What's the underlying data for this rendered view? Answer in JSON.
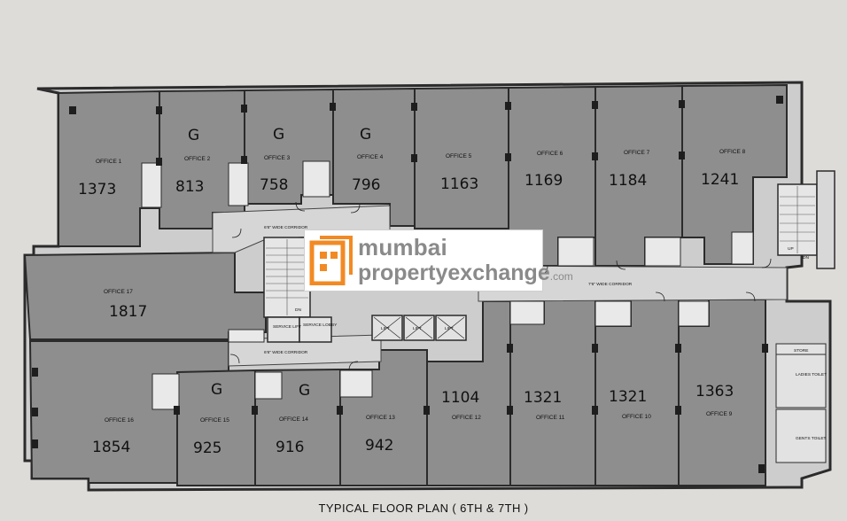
{
  "plan_title": "TYPICAL FLOOR PLAN ( 6TH & 7TH )",
  "watermark": {
    "line1": "mumbai",
    "line2": "propertyexchange",
    "tld": ".com"
  },
  "offices": [
    {
      "id": "office-1",
      "label": "OFFICE 1",
      "area": "1373",
      "mark": ""
    },
    {
      "id": "office-2",
      "label": "OFFICE 2",
      "area": "813",
      "mark": "G"
    },
    {
      "id": "office-3",
      "label": "OFFICE 3",
      "area": "758",
      "mark": "G"
    },
    {
      "id": "office-4",
      "label": "OFFICE 4",
      "area": "796",
      "mark": "G"
    },
    {
      "id": "office-5",
      "label": "OFFICE 5",
      "area": "1163",
      "mark": ""
    },
    {
      "id": "office-6",
      "label": "OFFICE 6",
      "area": "1169",
      "mark": ""
    },
    {
      "id": "office-7",
      "label": "OFFICE 7",
      "area": "1184",
      "mark": ""
    },
    {
      "id": "office-8",
      "label": "OFFICE 8",
      "area": "1241",
      "mark": ""
    },
    {
      "id": "office-9",
      "label": "OFFICE 9",
      "area": "1363",
      "mark": ""
    },
    {
      "id": "office-10",
      "label": "OFFICE 10",
      "area": "1321",
      "mark": ""
    },
    {
      "id": "office-11",
      "label": "OFFICE 11",
      "area": "1321",
      "mark": ""
    },
    {
      "id": "office-12",
      "label": "OFFICE 12",
      "area": "1104",
      "mark": ""
    },
    {
      "id": "office-13",
      "label": "OFFICE 13",
      "area": "942",
      "mark": ""
    },
    {
      "id": "office-14",
      "label": "OFFICE 14",
      "area": "916",
      "mark": "G"
    },
    {
      "id": "office-15",
      "label": "OFFICE 15",
      "area": "925",
      "mark": "G"
    },
    {
      "id": "office-16",
      "label": "OFFICE 16",
      "area": "1854",
      "mark": ""
    },
    {
      "id": "office-17",
      "label": "OFFICE 17",
      "area": "1817",
      "mark": ""
    }
  ],
  "corridors": {
    "upper": "6'6\" WIDE CORRIDOR",
    "lower": "6'6\" WIDE CORRIDOR",
    "east": "7'6\" WIDE CORRIDOR"
  },
  "core": {
    "service_lift": "SERVICE LIFT",
    "service_lobby": "SERVICE LOBBY",
    "lift": "LIFT",
    "store": "STORE",
    "ladies_toilet": "LADIES TOILET",
    "gents_toilet": "GENTS TOILET",
    "up": "UP",
    "dn": "DN"
  },
  "colors": {
    "office_fill": "#8e8e8e",
    "wall": "#2b2b2b",
    "corridor": "#cfcfcf",
    "paper": "#dedcd9",
    "logo_orange": "#f28a24"
  }
}
